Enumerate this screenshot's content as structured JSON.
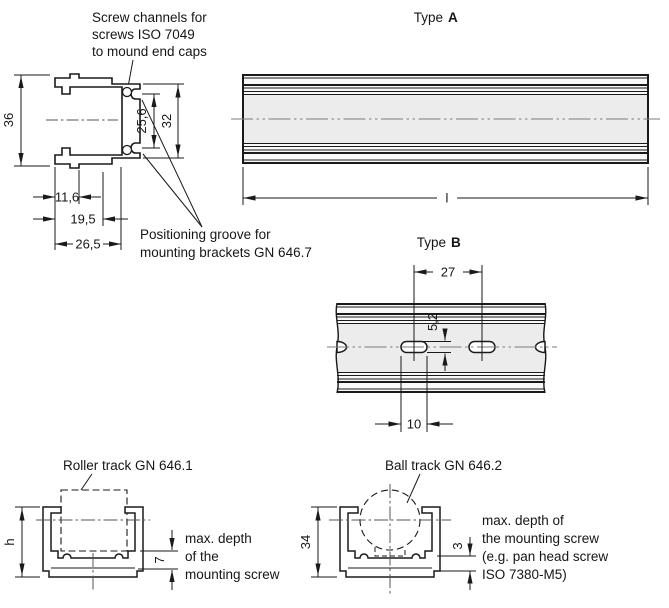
{
  "colors": {
    "line": "#1a1a1a",
    "text": "#161616",
    "rail_fill_light": "#f8f8f8",
    "rail_fill_mid": "#ececec",
    "centerline": "#7d7d7d"
  },
  "section_profile": {
    "note_screw": {
      "line1": "Screw channels for",
      "line2": "screws ISO 7049",
      "line3": "to mound end caps"
    },
    "note_positioning": {
      "line1": "Positioning groove for",
      "line2": "mounting brackets GN 646.7"
    },
    "dim_overall_height": "36",
    "dim_groove_spacing": "25,6",
    "dim_side_height": "32",
    "dim_width_1": "11,6",
    "dim_width_2": "19,5",
    "dim_width_3": "26,5"
  },
  "type_a": {
    "title_prefix": "Type",
    "title_letter": "A",
    "dim_length": "l"
  },
  "type_b": {
    "title_prefix": "Type",
    "title_letter": "B",
    "dim_slot_pitch": "27",
    "dim_slot_height": "5,2",
    "dim_slot_length": "10"
  },
  "roller_track": {
    "title": "Roller track GN 646.1",
    "dim_height": "h",
    "dim_screw_depth": "7",
    "note": {
      "line1": "max. depth",
      "line2": "of the",
      "line3": "mounting screw"
    }
  },
  "ball_track": {
    "title": "Ball track GN 646.2",
    "dim_height": "34",
    "dim_screw_depth": "3",
    "note": {
      "line1": "max. depth of",
      "line2": "the mounting screw",
      "line3": "(e.g. pan head screw",
      "line4": "ISO 7380-M5)"
    }
  }
}
